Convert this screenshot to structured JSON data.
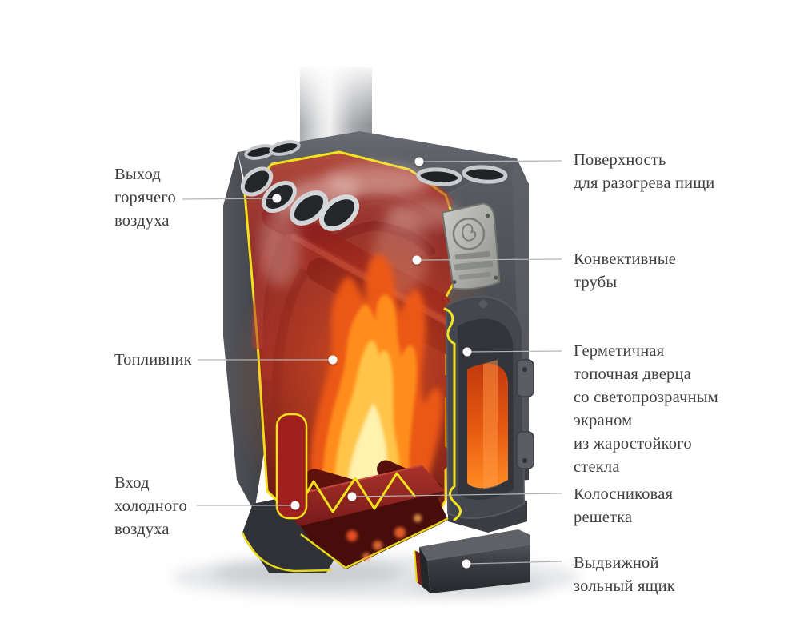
{
  "diagram": {
    "subject": "wood-burning stove cutaway",
    "callouts": {
      "hot_air_outlet": {
        "label": "Выход\nгорячего\nвоздуха"
      },
      "cooking_surface": {
        "label": "Поверхность\nдля разогрева пищи"
      },
      "convective_tubes": {
        "label": "Конвективные\nтрубы"
      },
      "firebox": {
        "label": "Топливник"
      },
      "door": {
        "label": "Герметичная\nтопочная дверца\nсо светопрозрачным\nэкраном\nиз жаростойкого\nстекла"
      },
      "cold_air_inlet": {
        "label": "Вход\nхолодного\nвоздуха"
      },
      "grate": {
        "label": "Колосниковая\nрешетка"
      },
      "ash_box": {
        "label": "Выдвижной\nзольный ящик"
      }
    },
    "colors": {
      "cut_highlight_yellow": "#f2e21c",
      "body_gray": "#4b4d53",
      "interior_red": "#8e2423",
      "flame_orange": "#ff8d1c",
      "glass_glow": "#ff7d1f",
      "leader_line": "#b4b4b4",
      "label_text": "#3e3e3e",
      "background": "#ffffff"
    }
  }
}
